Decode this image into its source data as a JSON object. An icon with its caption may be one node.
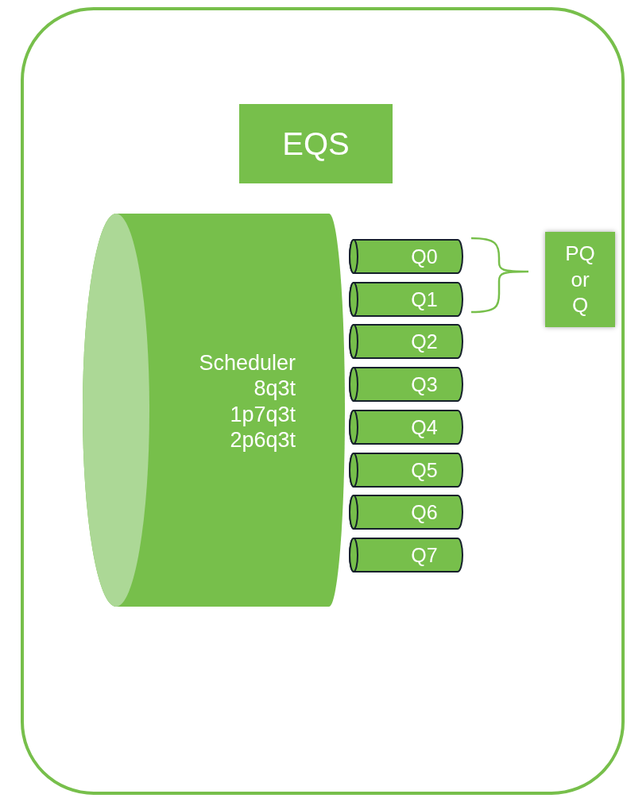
{
  "diagram": {
    "nodes": [
      {
        "text": [],
        "shape": "box"
      },
      {
        "text": [
          "EQS"
        ],
        "in": 0
      },
      {
        "text": [
          "Scheduler 8q3t 1p7q3t 2p6q3t"
        ],
        "in": 0
      },
      {
        "text": [
          "Q0"
        ],
        "in": 0
      },
      {
        "text": [
          "Q1"
        ],
        "in": 0
      },
      {
        "text": [
          "Q2"
        ],
        "in": 0
      },
      {
        "text": [
          "Q3"
        ],
        "in": 0
      },
      {
        "text": [
          "Q4"
        ],
        "in": 0
      },
      {
        "text": [
          "Q5"
        ],
        "in": 0
      },
      {
        "text": [
          "Q6"
        ],
        "in": 0
      },
      {
        "text": [
          "Q7"
        ],
        "in": 0
      },
      {
        "text": [
          "PQ or Q"
        ],
        "in": 0
      }
    ]
  }
}
